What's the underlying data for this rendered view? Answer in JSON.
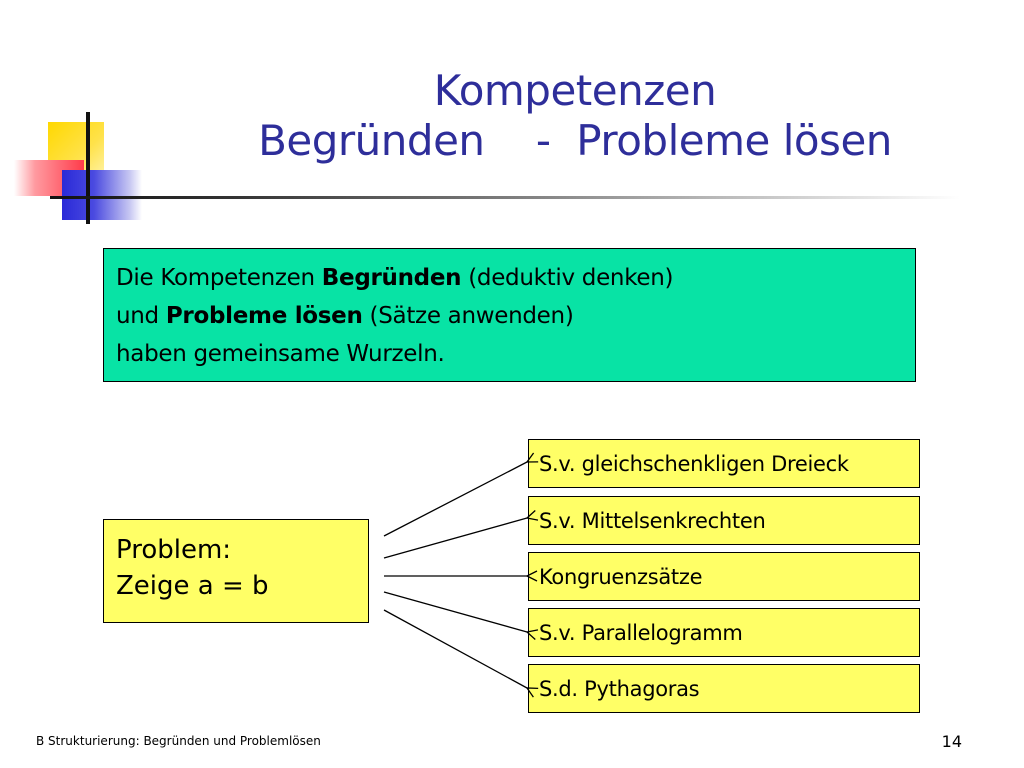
{
  "title": {
    "line1": "Kompetenzen",
    "line2": "Begründen    -  Probleme lösen"
  },
  "intro": {
    "l1_pre": "Die Kompetenzen ",
    "l1_bold": "Begründen",
    "l1_post": " (deduktiv denken)",
    "l2_pre": "und ",
    "l2_bold": "Probleme lösen",
    "l2_post": " (Sätze anwenden)",
    "l3": "haben gemeinsame Wurzeln."
  },
  "problem": {
    "line1": "Problem:",
    "line2": "Zeige a = b"
  },
  "tools": [
    "S.v. gleichschenkligen Dreieck",
    "S.v. Mittelsenkrechten",
    "Kongruenzsätze",
    "S.v. Parallelogramm",
    "S.d. Pythagoras"
  ],
  "footer": {
    "text": "B  Strukturierung: Begründen und Problemlösen",
    "page": "14"
  },
  "colors": {
    "title": "#2e2e9a",
    "green_box": "#08e3a5",
    "yellow_box": "#ffff66"
  }
}
